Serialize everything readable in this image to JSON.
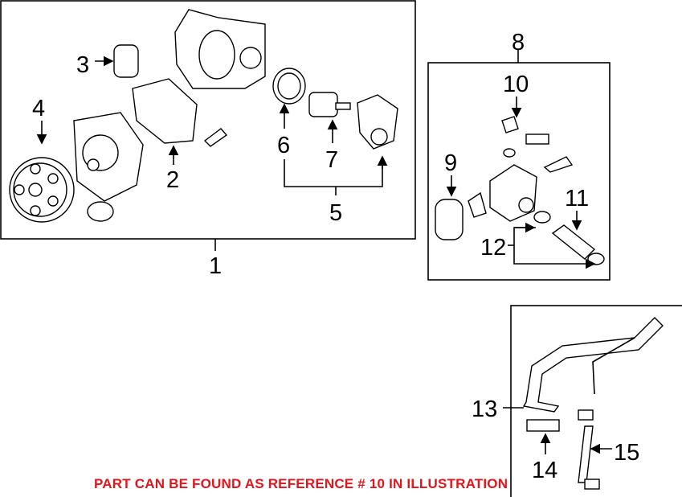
{
  "callouts": {
    "c1": "1",
    "c2": "2",
    "c3": "3",
    "c4": "4",
    "c5": "5",
    "c6": "6",
    "c7": "7",
    "c8": "8",
    "c9": "9",
    "c10": "10",
    "c11": "11",
    "c12": "12",
    "c13": "13",
    "c14": "14",
    "c15": "15"
  },
  "note": "PART CAN BE FOUND AS REFERENCE # 10 IN ILLUSTRATION",
  "colors": {
    "note": "#e0161c",
    "line": "#000000"
  }
}
